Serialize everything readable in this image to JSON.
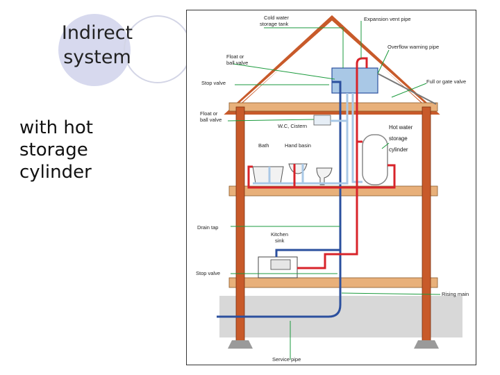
{
  "slide": {
    "title_lines": [
      "Indirect",
      "system"
    ],
    "subtitle_lines": [
      "with hot",
      "storage",
      "cylinder"
    ]
  },
  "diagram": {
    "labels": {
      "cold_tank": [
        "Cold water",
        "storage tank"
      ],
      "expansion_vent": "Expansion vent pipe",
      "overflow_pipe": "Overflow warning pipe",
      "float_valve_top": [
        "Float or",
        "ball valve"
      ],
      "stop_valve_top": "Stop valve",
      "gate_valve": "Full or gate valve",
      "float_valve_mid": [
        "Float or",
        "ball valve"
      ],
      "wc_cistern": "W.C, Cistern",
      "bath": "Bath",
      "hand_basin": "Hand basin",
      "hot_cylinder": [
        "Hot water",
        "storage",
        "cylinder"
      ],
      "drain_tap": "Drain tap",
      "kitchen_sink": [
        "Kitchen",
        "sink"
      ],
      "stop_valve_bottom": "Stop valve",
      "rising_main": "Rising main",
      "service_pipe": "Service pipe"
    },
    "colors": {
      "cold": "#2b4f9e",
      "light_blue": "#a9c8e6",
      "hot": "#d8232a",
      "leader": "#1a9a3c",
      "brick": "#c85a2a",
      "timber": "#e8b07a"
    }
  }
}
